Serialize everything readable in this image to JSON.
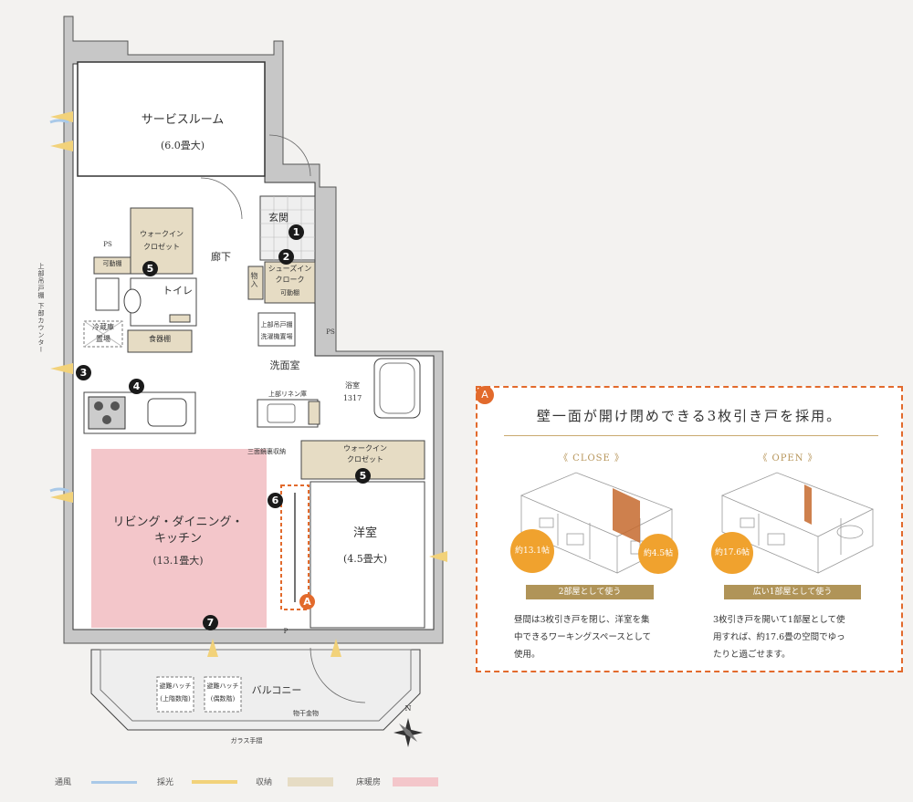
{
  "rooms": {
    "service_room": {
      "name": "サービスルーム",
      "size": "(6.0畳大)"
    },
    "entrance": "玄関",
    "hallway": "廊下",
    "walkin_closet_1": {
      "line1": "ウォークイン",
      "line2": "クロゼット"
    },
    "toilet": "トイレ",
    "shoes_in_cloak": {
      "line1": "シューズイン",
      "line2": "クローク",
      "shelf": "可動棚"
    },
    "storage_in": "物入",
    "fridge_space": {
      "line1": "冷蔵庫",
      "line2": "置場"
    },
    "cupboard": "食器棚",
    "washroom": "洗面室",
    "bathroom": {
      "name": "浴室",
      "size": "1317"
    },
    "upper_linen": "上部リネン庫",
    "upper_cabinet": "上部吊戸棚",
    "washer_space": "洗濯機置場",
    "three_side_mirror": "三面鏡裏収納",
    "walkin_closet_2": {
      "line1": "ウォークイン",
      "line2": "クロゼット"
    },
    "ldk": {
      "line1": "リビング・ダイニング・",
      "line2": "キッチン",
      "size": "(13.1畳大)"
    },
    "western_room": {
      "name": "洋室",
      "size": "(4.5畳大)"
    },
    "balcony": "バルコニー",
    "hatch_1": {
      "line1": "避難ハッチ",
      "line2": "(上階数階)"
    },
    "hatch_2": {
      "line1": "避難ハッチ",
      "line2": "(偶数階)"
    },
    "clothes_pole": "物干金物",
    "glass_rail": "ガラス手摺",
    "movable_shelf": "可動棚",
    "ps1": "PS",
    "ps2": "PS",
    "p": "P",
    "upper_lower": "上部吊戸棚 下部カウンター"
  },
  "markers": [
    "1",
    "2",
    "3",
    "4",
    "5",
    "5",
    "6",
    "7"
  ],
  "compass": "N",
  "legend": [
    {
      "label": "通風",
      "color": "#a9c9e8"
    },
    {
      "label": "採光",
      "color": "#f2d27a"
    },
    {
      "label": "収納",
      "color": "#e6dcc4"
    },
    {
      "label": "床暖房",
      "color": "#f3c6ca"
    }
  ],
  "panel": {
    "badge": "A",
    "title": "壁一面が開け閉めできる3枚引き戸を採用。",
    "close": {
      "tab": "《 CLOSE 》",
      "area1": "約13.1帖",
      "area2": "約4.5帖",
      "bar": "2部屋として使う",
      "desc": "昼間は3枚引き戸を閉じ、洋室を集\n中できるワーキングスペースとして\n使用。"
    },
    "open": {
      "tab": "《 OPEN 》",
      "area1": "約17.6帖",
      "bar": "広い1部屋として使う",
      "desc": "3枚引き戸を開いて1部屋として使\n用すれば、約17.6畳の空間でゆっ\nたりと過ごせます。"
    }
  },
  "colors": {
    "accent": "#e26a2c",
    "gold": "#b09458",
    "floor_heating": "#f3c6ca",
    "storage": "#e6dcc4",
    "area_circle": "#f0a22e"
  }
}
